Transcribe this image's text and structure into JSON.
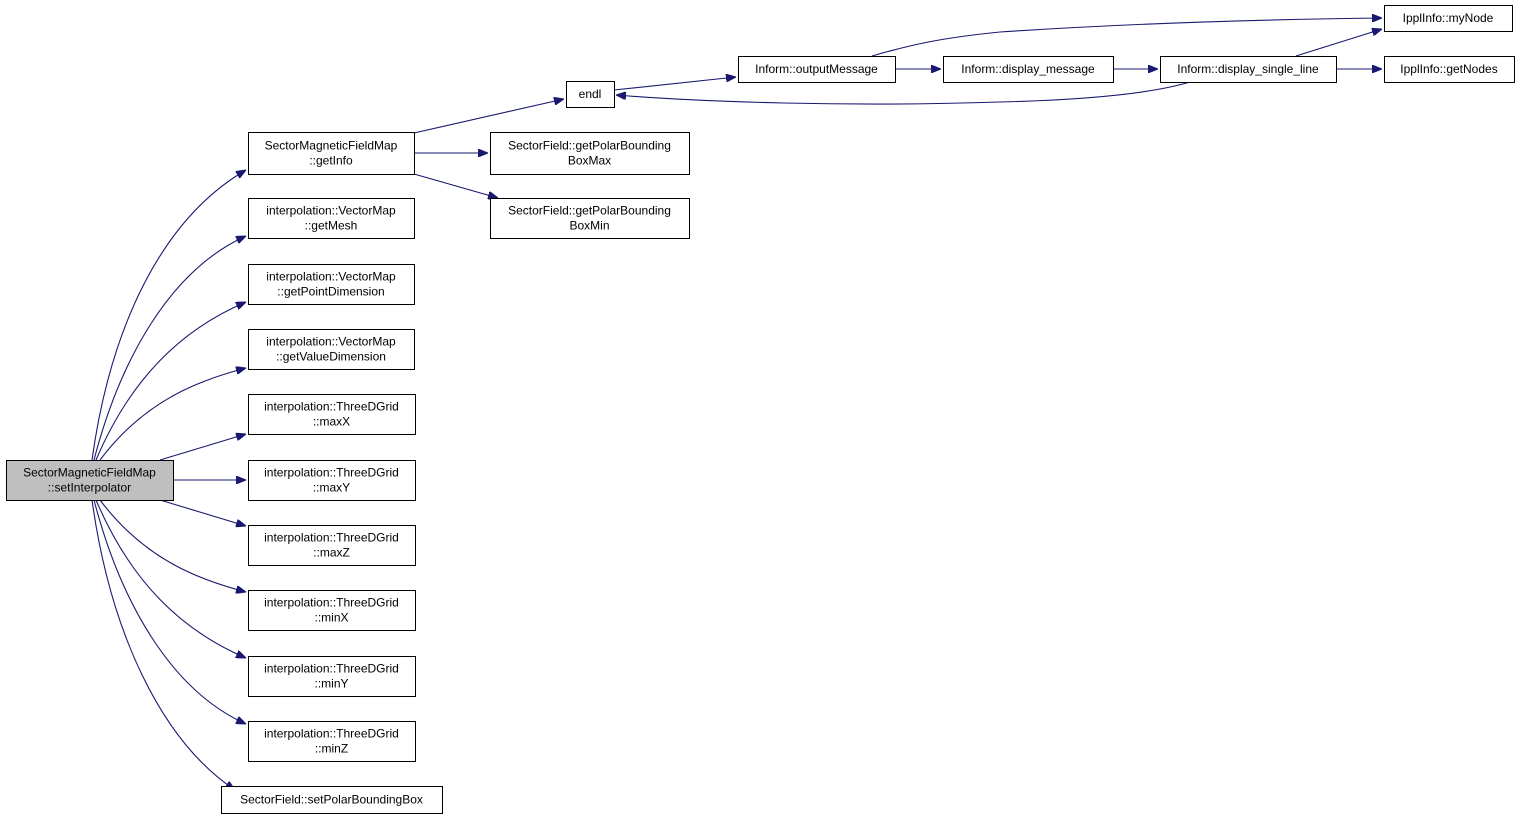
{
  "diagram": {
    "type": "call-graph",
    "edge_color": "#191970",
    "root_fill": "#bfbfbf",
    "nodes": [
      {
        "id": "root",
        "lines": [
          "SectorMagneticFieldMap",
          "::setInterpolator"
        ],
        "root": true
      },
      {
        "id": "getInfo",
        "lines": [
          "SectorMagneticFieldMap",
          "::getInfo"
        ]
      },
      {
        "id": "getMesh",
        "lines": [
          "interpolation::VectorMap",
          "::getMesh"
        ]
      },
      {
        "id": "getPointDimension",
        "lines": [
          "interpolation::VectorMap",
          "::getPointDimension"
        ]
      },
      {
        "id": "getValueDimension",
        "lines": [
          "interpolation::VectorMap",
          "::getValueDimension"
        ]
      },
      {
        "id": "maxX",
        "lines": [
          "interpolation::ThreeDGrid",
          "::maxX"
        ]
      },
      {
        "id": "maxY",
        "lines": [
          "interpolation::ThreeDGrid",
          "::maxY"
        ]
      },
      {
        "id": "maxZ",
        "lines": [
          "interpolation::ThreeDGrid",
          "::maxZ"
        ]
      },
      {
        "id": "minX",
        "lines": [
          "interpolation::ThreeDGrid",
          "::minX"
        ]
      },
      {
        "id": "minY",
        "lines": [
          "interpolation::ThreeDGrid",
          "::minY"
        ]
      },
      {
        "id": "minZ",
        "lines": [
          "interpolation::ThreeDGrid",
          "::minZ"
        ]
      },
      {
        "id": "setPolarBoundingBox",
        "lines": [
          "SectorField::setPolarBoundingBox"
        ]
      },
      {
        "id": "endl",
        "lines": [
          "endl"
        ]
      },
      {
        "id": "getPolarBoundingBoxMax",
        "lines": [
          "SectorField::getPolarBounding",
          "BoxMax"
        ]
      },
      {
        "id": "getPolarBoundingBoxMin",
        "lines": [
          "SectorField::getPolarBounding",
          "BoxMin"
        ]
      },
      {
        "id": "outputMessage",
        "lines": [
          "Inform::outputMessage"
        ]
      },
      {
        "id": "display_message",
        "lines": [
          "Inform::display_message"
        ]
      },
      {
        "id": "display_single_line",
        "lines": [
          "Inform::display_single_line"
        ]
      },
      {
        "id": "myNode",
        "lines": [
          "IpplInfo::myNode"
        ]
      },
      {
        "id": "getNodes",
        "lines": [
          "IpplInfo::getNodes"
        ]
      }
    ],
    "edges": [
      {
        "from": "root",
        "to": "getInfo"
      },
      {
        "from": "root",
        "to": "getMesh"
      },
      {
        "from": "root",
        "to": "getPointDimension"
      },
      {
        "from": "root",
        "to": "getValueDimension"
      },
      {
        "from": "root",
        "to": "maxX"
      },
      {
        "from": "root",
        "to": "maxY"
      },
      {
        "from": "root",
        "to": "maxZ"
      },
      {
        "from": "root",
        "to": "minX"
      },
      {
        "from": "root",
        "to": "minY"
      },
      {
        "from": "root",
        "to": "minZ"
      },
      {
        "from": "root",
        "to": "setPolarBoundingBox"
      },
      {
        "from": "getInfo",
        "to": "endl"
      },
      {
        "from": "getInfo",
        "to": "getPolarBoundingBoxMax"
      },
      {
        "from": "getInfo",
        "to": "getPolarBoundingBoxMin"
      },
      {
        "from": "endl",
        "to": "outputMessage"
      },
      {
        "from": "outputMessage",
        "to": "display_message"
      },
      {
        "from": "outputMessage",
        "to": "myNode"
      },
      {
        "from": "display_message",
        "to": "display_single_line"
      },
      {
        "from": "display_single_line",
        "to": "endl"
      },
      {
        "from": "display_single_line",
        "to": "myNode"
      },
      {
        "from": "display_single_line",
        "to": "getNodes"
      }
    ]
  }
}
